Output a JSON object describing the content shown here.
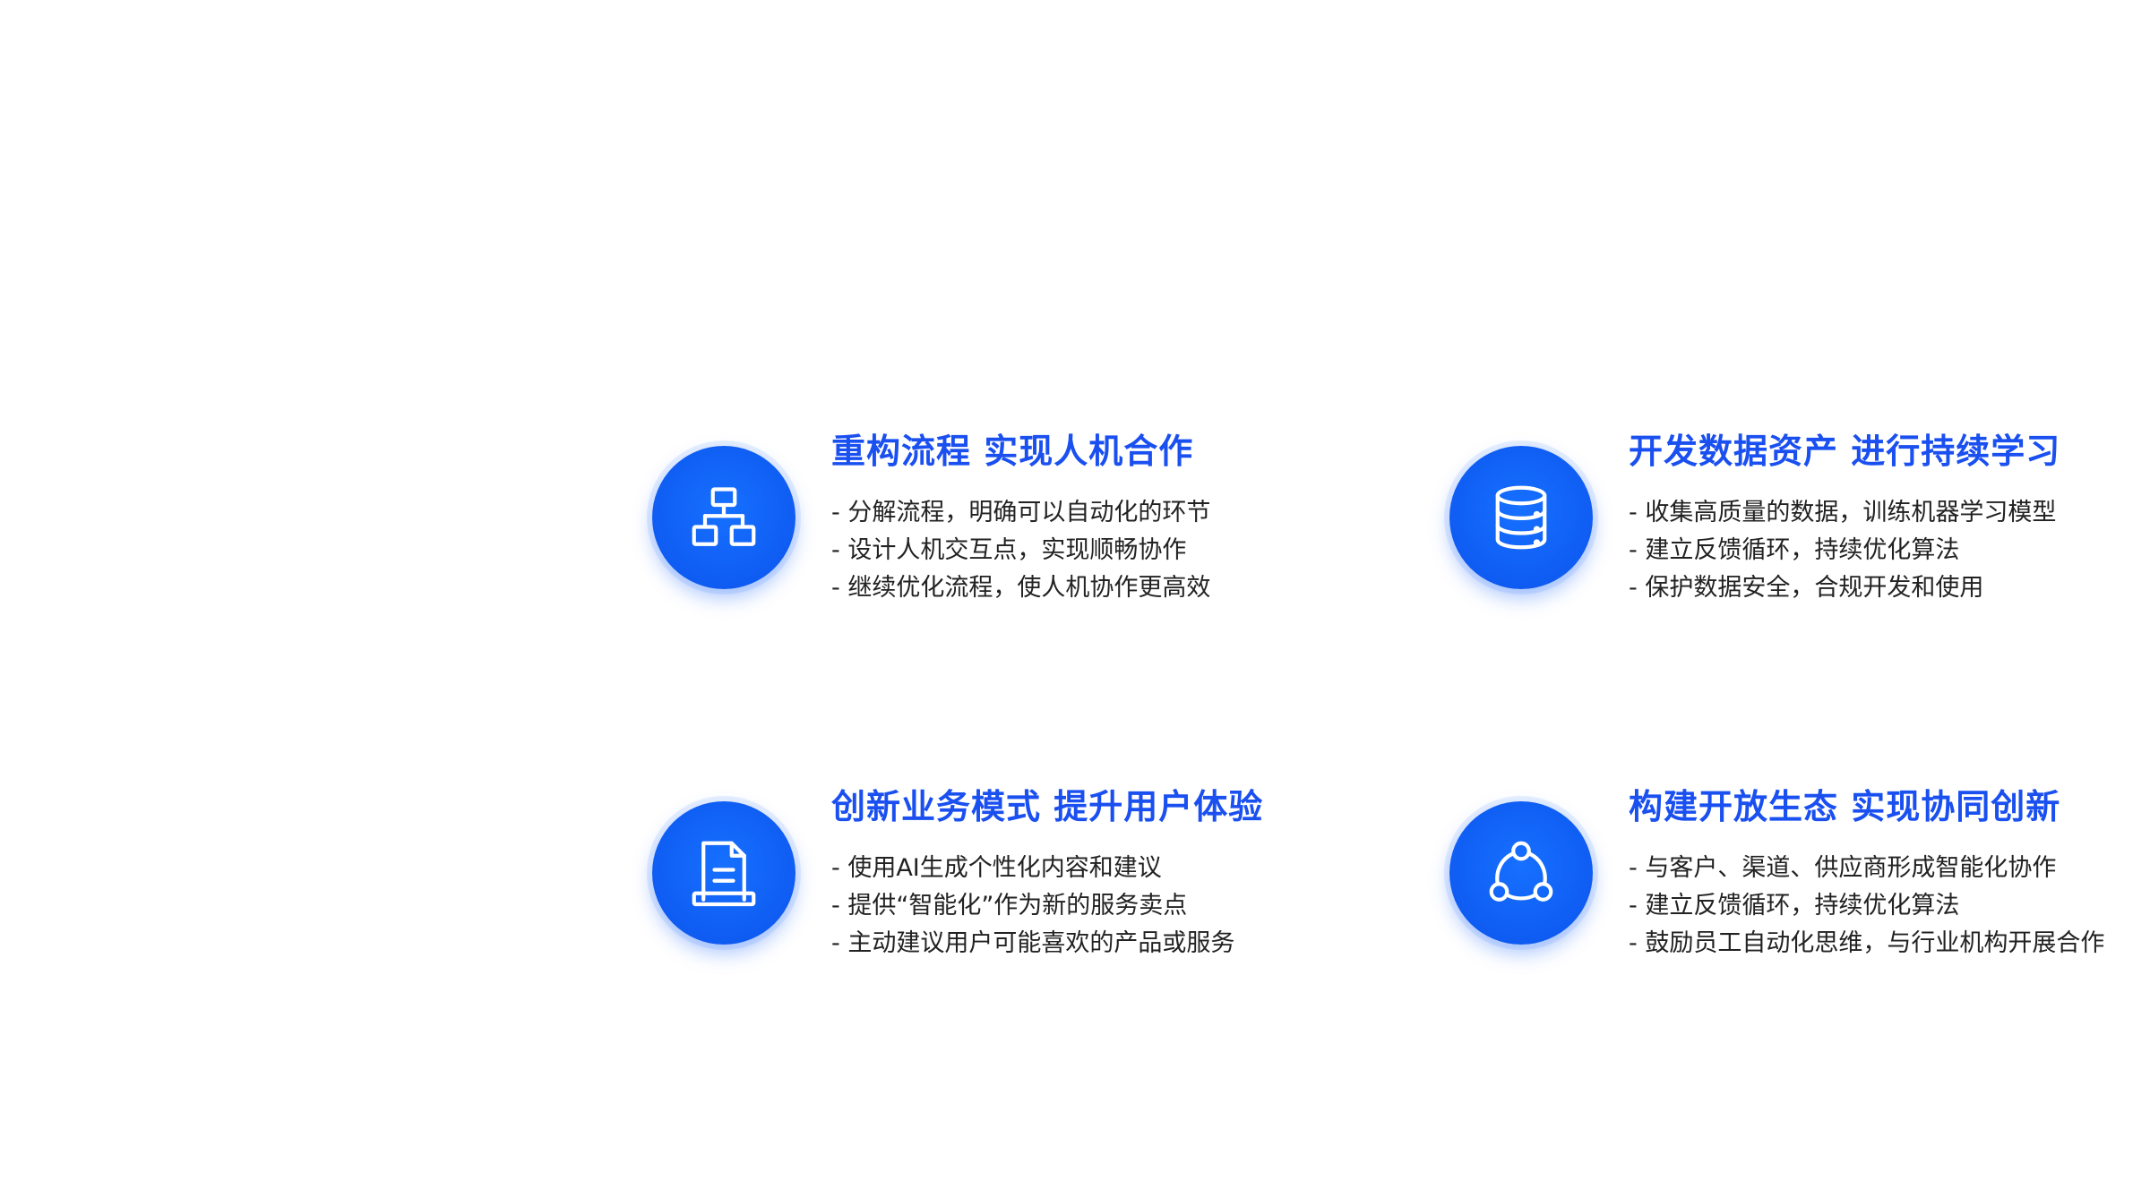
{
  "cards": [
    {
      "icon": "flowchart-icon",
      "title": "重构流程 实现人机合作",
      "items": [
        "- 分解流程，明确可以自动化的环节",
        "- 设计人机交互点，实现顺畅协作",
        "- 继续优化流程，使人机协作更高效"
      ]
    },
    {
      "icon": "database-icon",
      "title": "开发数据资产 进行持续学习",
      "items": [
        "- 收集高质量的数据，训练机器学习模型",
        "- 建立反馈循环，持续优化算法",
        "- 保护数据安全，合规开发和使用"
      ]
    },
    {
      "icon": "document-icon",
      "title": "创新业务模式 提升用户体验",
      "items": [
        "- 使用AI生成个性化内容和建议",
        "- 提供“智能化”作为新的服务卖点",
        "- 主动建议用户可能喜欢的产品或服务"
      ]
    },
    {
      "icon": "ecosystem-icon",
      "title": "构建开放生态 实现协同创新",
      "items": [
        "- 与客户、渠道、供应商形成智能化协作",
        "- 建立反馈循环，持续优化算法",
        "- 鼓励员工自动化思维，与行业机构开展合作"
      ]
    }
  ],
  "colors": {
    "accent": "#1a4ff0",
    "icon_bg": "#0f5cf2",
    "text": "#222222"
  }
}
